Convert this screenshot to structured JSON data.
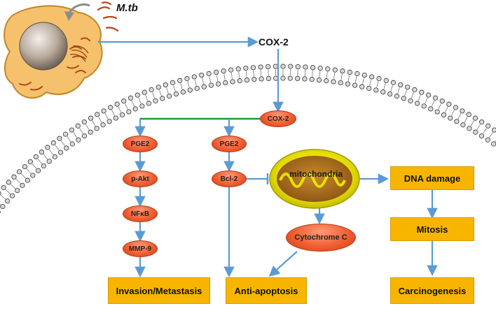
{
  "pathogen_label": "M.tb",
  "cox2_top": "COX-2",
  "cox2_pill": "COX-2",
  "left_path": [
    "PGE2",
    "p-Akt",
    "NFκB",
    "MMP-9"
  ],
  "middle_path": [
    "PGE2",
    "Bcl-2"
  ],
  "mitochondria_label": "mitochondria",
  "cytochrome_label": "Cytochrome C",
  "outcomes": {
    "invasion": "Invasion/Metastasis",
    "anti_apoptosis": "Anti-apoptosis",
    "dna_damage": "DNA damage",
    "mitosis": "Mitosis",
    "carcinogenesis": "Carcinogenesis"
  },
  "colors": {
    "arrow": "#5b9bd5",
    "inhibit_line": "#5b9bd5",
    "green_bar": "#1a9a3a",
    "cell_body": "#f5c16c",
    "outcome_box": "#f7b500",
    "pill": "#ee5a2d",
    "mitochondria": "#e8e000"
  }
}
